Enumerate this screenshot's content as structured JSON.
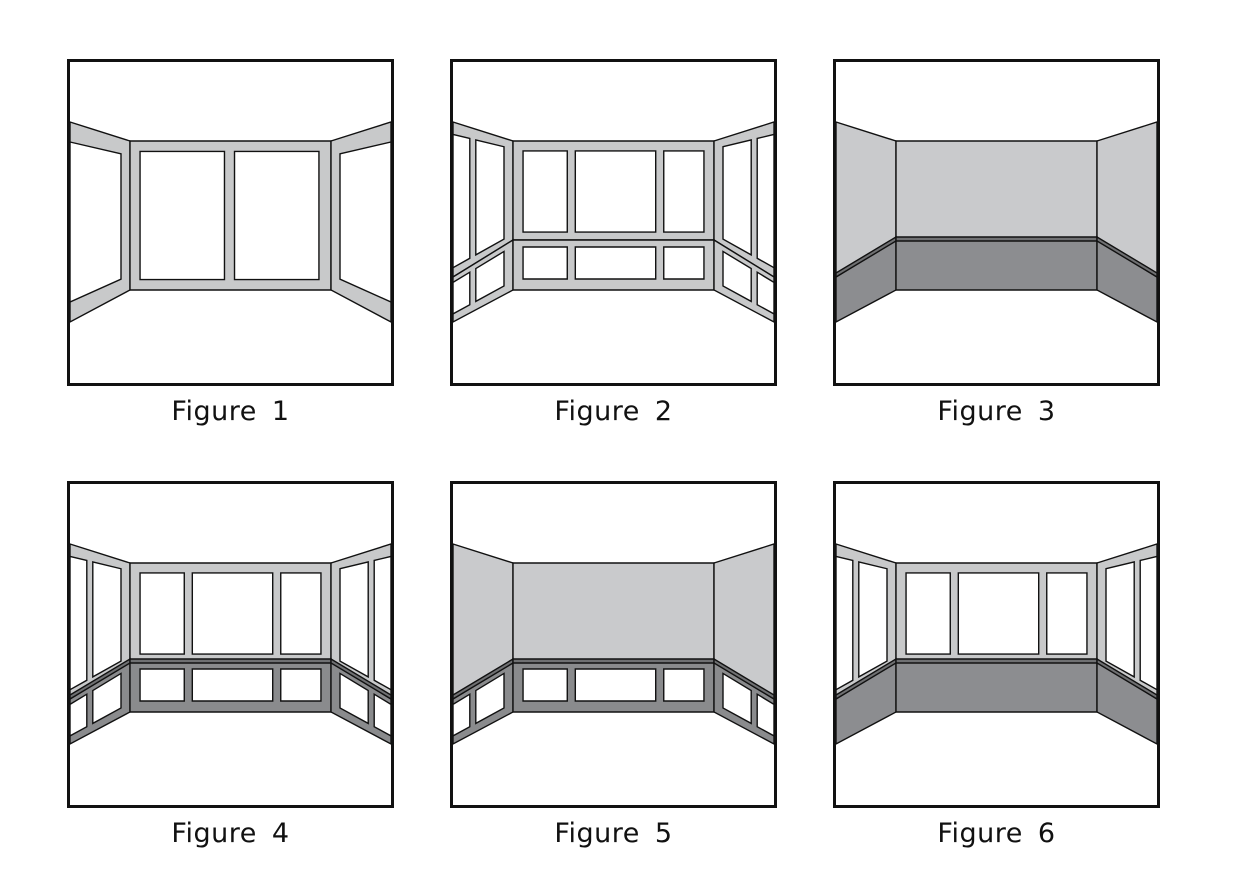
{
  "figures": [
    {
      "caption": "Figure 1",
      "panels": "upper",
      "upper_style": "tall-windows",
      "lower_style": "none"
    },
    {
      "caption": "Figure 2",
      "panels": "both",
      "upper_style": "windows",
      "lower_style": "windows"
    },
    {
      "caption": "Figure 3",
      "panels": "none",
      "upper_style": "solid",
      "lower_style": "solid"
    },
    {
      "caption": "Figure 4",
      "panels": "both",
      "upper_style": "windows",
      "lower_style": "windows"
    },
    {
      "caption": "Figure 5",
      "panels": "lower",
      "upper_style": "solid",
      "lower_style": "windows"
    },
    {
      "caption": "Figure 6",
      "panels": "upper",
      "upper_style": "windows",
      "lower_style": "solid"
    }
  ],
  "colors": {
    "frame": "#c8c9ca",
    "frame_dark": "#8a8b8d",
    "wall_light": "#c9cacc",
    "wall_dark": "#8c8d90",
    "stroke": "#111111",
    "background": "#ffffff"
  }
}
